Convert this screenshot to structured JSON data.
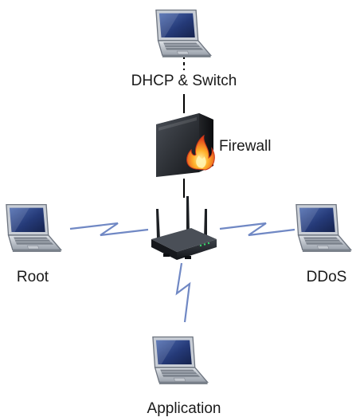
{
  "nodes": {
    "dhcp_switch": {
      "label": "DHCP & Switch",
      "icon": "laptop-icon"
    },
    "firewall": {
      "label": "Firewall",
      "icon": "firewall-icon"
    },
    "router": {
      "icon": "wireless-router-icon"
    },
    "root": {
      "label": "Root",
      "icon": "laptop-icon"
    },
    "ddos": {
      "label": "DDoS",
      "icon": "laptop-icon"
    },
    "application": {
      "label": "Application",
      "icon": "laptop-icon"
    }
  },
  "colors": {
    "wired_link": "#000000",
    "wireless_link": "#6f87c2",
    "laptop_screen": "#2c3e78",
    "laptop_body": "#b9bfc8",
    "firewall_box": "#2b2e33",
    "flame": "#f07d1a"
  }
}
